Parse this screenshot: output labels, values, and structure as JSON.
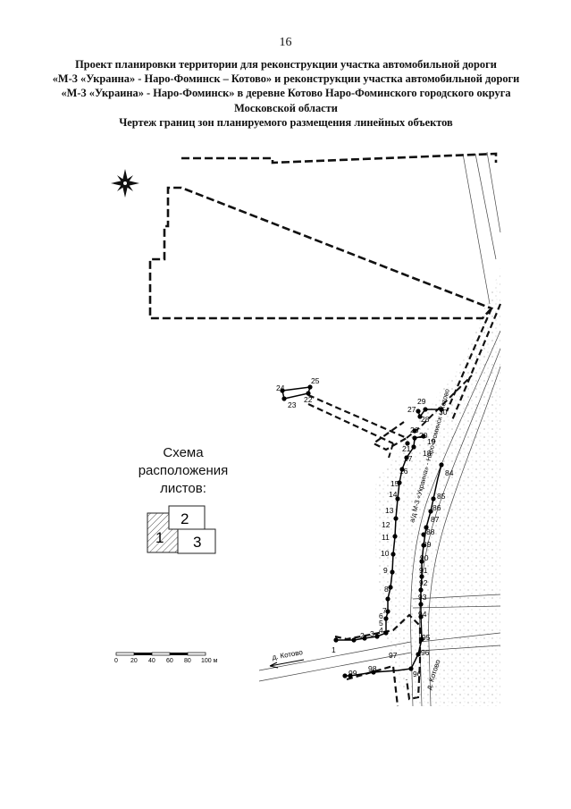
{
  "page_number": "16",
  "title_lines": [
    "Проект планировки территории для реконструкции участка автомобильной дороги",
    "«М-3 «Украина» - Наро-Фоминск – Котово» и реконструкции участка автомобильной дороги",
    "«М-3 «Украина» - Наро-Фоминск» в деревне Котово Наро-Фоминского городского округа",
    "Московской области",
    "Чертеж границ зон планируемого размещения линейных объектов"
  ],
  "legend": {
    "title_lines": [
      "Схема",
      "расположения",
      "листов:"
    ],
    "sheets": [
      "1",
      "2",
      "3"
    ]
  },
  "scale_bar": {
    "ticks": [
      "0",
      "20",
      "40",
      "60",
      "80",
      "100 м"
    ]
  },
  "road_labels": {
    "kotovo_west": "д. Котово",
    "kotovo_south": "д. Котово",
    "main_road": "а/д М-3 «Украина» - Наро-Фоминск – Котово"
  },
  "points": {
    "p1": "1",
    "p2": "2",
    "p3": "3",
    "p4": "4",
    "p5": "5",
    "p6": "6",
    "p7": "7",
    "p8": "8",
    "p9": "9",
    "p10": "10",
    "p11": "11",
    "p12": "12",
    "p13": "13",
    "p14": "14",
    "p15": "15",
    "p16": "16",
    "p17": "17",
    "p18": "18",
    "p19": "19",
    "p20": "20",
    "p21": "21",
    "p22": "22",
    "p23": "23",
    "p24": "24",
    "p25": "25",
    "p26": "26",
    "p27": "27",
    "p28": "28",
    "p29": "29",
    "p30": "30",
    "p84": "84",
    "p85": "85",
    "p86": "86",
    "p87": "87",
    "p88": "88",
    "p89": "89",
    "p90": "90",
    "p91": "91",
    "p92": "92",
    "p93": "93",
    "p94": "94",
    "p95": "95",
    "p96a": "96",
    "p96b": "96",
    "p97": "97",
    "p98": "98",
    "p99": "99"
  }
}
